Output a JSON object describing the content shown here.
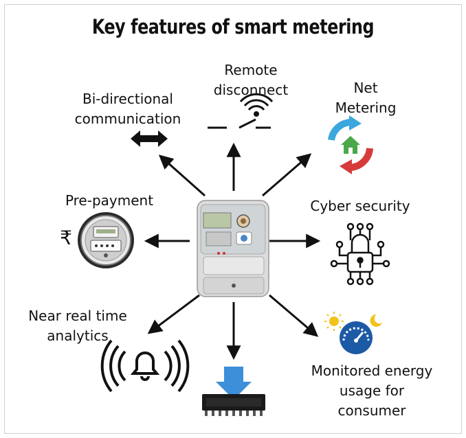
{
  "title": "Key features of smart metering",
  "features": {
    "remote_disconnect": [
      "Remote",
      "disconnect"
    ],
    "bi_directional": [
      "Bi-directional",
      "communication"
    ],
    "net_metering": [
      "Net",
      "Metering"
    ],
    "pre_payment": [
      "Pre-payment"
    ],
    "cyber_security": [
      "Cyber security"
    ],
    "near_real_time": [
      "Near real time",
      "analytics"
    ],
    "monitored_energy": [
      "Monitored energy",
      "usage for",
      "consumer"
    ]
  },
  "rupee_symbol": "₹",
  "icons": {
    "remote_disconnect": "wifi-switch-icon",
    "bi_directional": "double-arrow-icon",
    "net_metering": "house-cycle-icon",
    "pre_payment": "prepaid-meter-icon",
    "cyber_security": "lock-circuit-icon",
    "near_real_time": "alarm-bell-icon",
    "monitored_energy": "gauge-day-night-icon",
    "center": "smart-meter-icon",
    "bottom": "download-chip-icon"
  },
  "colors": {
    "arrow": "#111111",
    "cycle_blue": "#3aa7dd",
    "cycle_red": "#d63a3a",
    "house_green": "#4aa84a",
    "download_blue": "#3d8fd9",
    "gauge_blue": "#1d5aa6",
    "sun": "#f2c21b"
  }
}
